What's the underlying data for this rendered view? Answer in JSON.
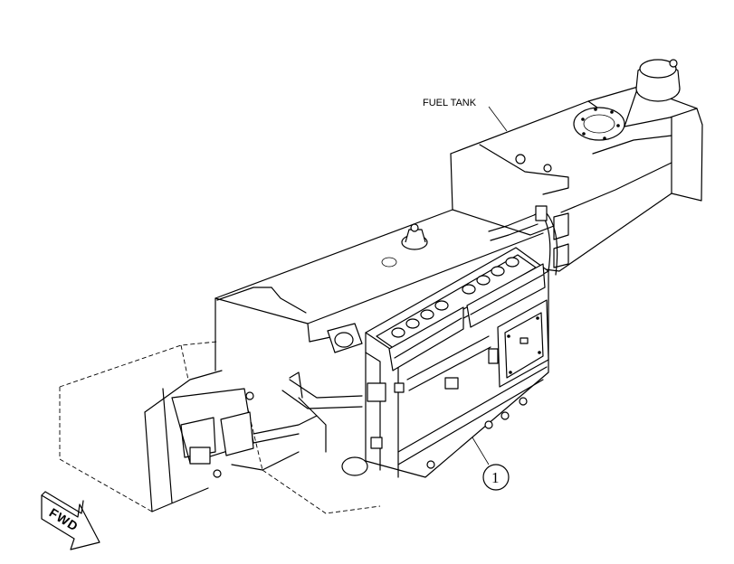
{
  "labels": {
    "fuel_tank": "FUEL TANK",
    "callout_1": "1",
    "direction": "FWD"
  },
  "colors": {
    "line": "#000000",
    "background": "#ffffff"
  }
}
